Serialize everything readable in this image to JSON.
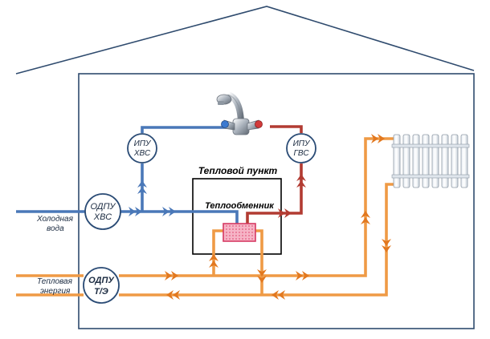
{
  "colors": {
    "cold_pipe": "#4a78b8",
    "hot_pipe": "#b23b32",
    "heat_pipe": "#ef9a45",
    "arrow_heat": "#e2781f",
    "meter_stroke": "#2a4b75",
    "house_stroke": "#2f4b6e",
    "exchanger_fill": "#f4a3b8",
    "exchanger_stroke": "#d63a63"
  },
  "labels": {
    "heat_point": "Тепловой пункт",
    "heat_exchanger": "Теплообменник",
    "cold_water_line1": "Холодная",
    "cold_water_line2": "вода",
    "heat_energy_line1": "Тепловая",
    "heat_energy_line2": "энергия"
  },
  "meters": {
    "ipu_hvs": {
      "line1": "ИПУ",
      "line2": "ХВС"
    },
    "ipu_gvs": {
      "line1": "ИПУ",
      "line2": "ГВС"
    },
    "odpu_hvs": {
      "line1": "ОДПУ",
      "line2": "ХВС"
    },
    "odpu_te": {
      "line1": "ОДПУ",
      "line2": "Т/Э"
    }
  },
  "icons": {
    "faucet": "faucet-icon",
    "radiator": "radiator-icon"
  }
}
